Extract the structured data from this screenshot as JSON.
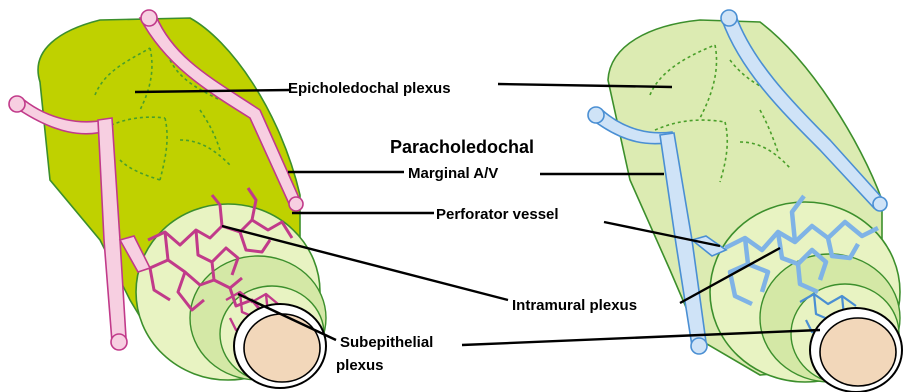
{
  "labels": {
    "epicholedochal": "Epicholedochal plexus",
    "paracholedochal": "Paracholedochal",
    "marginal": "Marginal A/V",
    "perforator": "Perforator vessel",
    "intramural": "Intramural plexus",
    "subepithelial_line1": "Subepithelial",
    "subepithelial_line2": "plexus"
  },
  "colors": {
    "left_outer_wall": "#bfd100",
    "left_inner_wall": "#e8f3c2",
    "left_mid_wall": "#d4e8a6",
    "left_vessel_fill": "#f7cfe1",
    "left_vessel_stroke": "#c13a8a",
    "right_outer_wall": "#dcebb2",
    "right_vessel_fill": "#cfe3f7",
    "right_vessel_stroke": "#4a8fd3",
    "lumen_fill": "#f2d7ba",
    "wall_stroke": "#3c8f2c",
    "leader_line": "#000000"
  },
  "icons": {
    "left_duct": "bile-duct-arterial-plexus-icon",
    "right_duct": "bile-duct-venous-plexus-icon"
  }
}
